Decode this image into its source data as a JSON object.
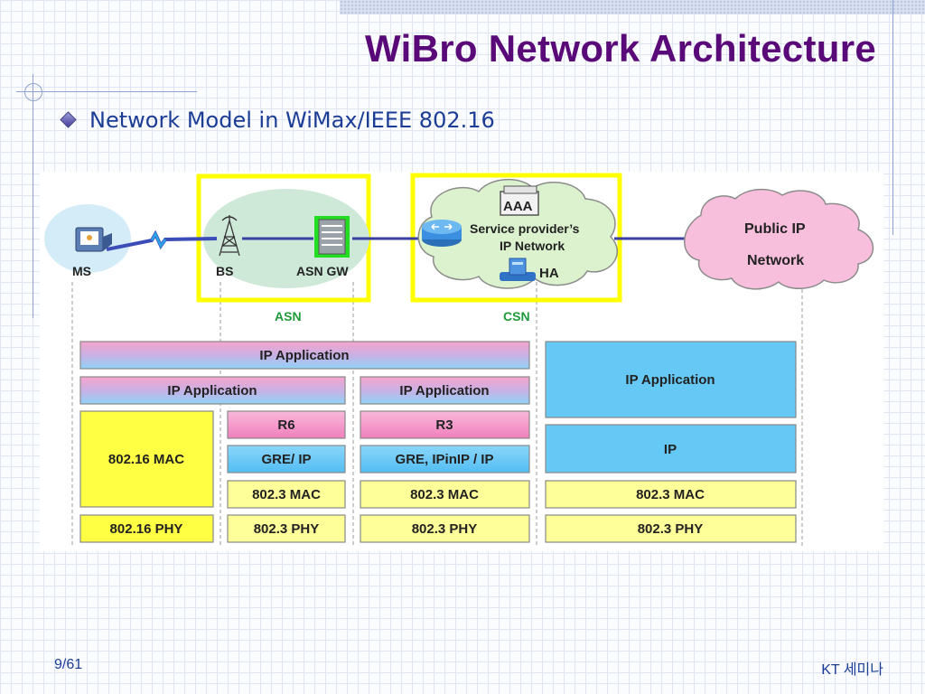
{
  "slide": {
    "title": "WiBro Network Architecture",
    "bullet": "Network Model in WiMax/IEEE 802.16",
    "page_number": "9/61",
    "footer_label": "KT 세미나"
  },
  "topology": {
    "ms_label": "MS",
    "bs_label": "BS",
    "asn_gw_label": "ASN GW",
    "asn_label": "ASN",
    "csn_label": "CSN",
    "aaa_label": "AAA",
    "csn_cloud_line1": "Service provider’s",
    "csn_cloud_line2": "IP Network",
    "ha_label": "HA",
    "public_cloud_line1": "Public IP",
    "public_cloud_line2": "Network"
  },
  "stacks": {
    "top_span": "IP Application",
    "ms": {
      "app": "IP Application",
      "mac": "802.16 MAC",
      "phy": "802.16 PHY"
    },
    "bs": {
      "r6": "R6",
      "gre": "GRE/ IP",
      "mac": "802.3 MAC",
      "phy": "802.3 PHY"
    },
    "asn_gw": {
      "app": "IP Application",
      "r3": "R3",
      "gre": "GRE, IPinIP / IP",
      "mac": "802.3 MAC",
      "phy": "802.3 PHY"
    },
    "host": {
      "app": "IP Application",
      "ip": "IP",
      "mac": "802.3 MAC",
      "phy": "802.3 PHY"
    }
  },
  "colors": {
    "title": "#5a0a78",
    "bullet_text": "#1c3d96",
    "highlight_box": "#ffff00",
    "pink_band": "#f7a8d0",
    "blue_band": "#8fd3f7",
    "yellow_block": "#ffff44",
    "pale_yellow": "#ffff99",
    "light_blue": "#66c8f5"
  }
}
